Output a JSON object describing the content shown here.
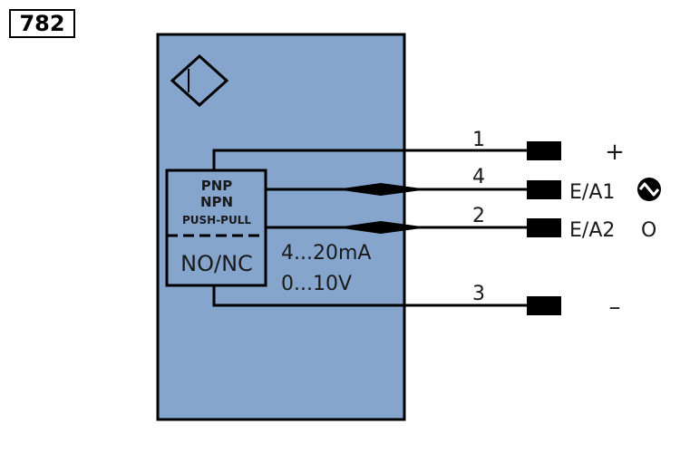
{
  "diagram_number": "782",
  "colors": {
    "housing": "#85a5cd",
    "line": "#000000"
  },
  "module": {
    "output_types": [
      "PNP",
      "NPN",
      "PUSH-PULL"
    ],
    "switch_mode": "NO/NC"
  },
  "analog_outputs": [
    "4...20mA",
    "0...10V"
  ],
  "pins": [
    {
      "number": "1",
      "function": "+"
    },
    {
      "number": "4",
      "function": "E/A1"
    },
    {
      "number": "2",
      "function": "E/A2",
      "suffix": "O"
    },
    {
      "number": "3",
      "function": "–"
    }
  ],
  "icons": {
    "sensor_symbol": "diamond-sensor-icon",
    "io_link": "io-link-icon"
  }
}
